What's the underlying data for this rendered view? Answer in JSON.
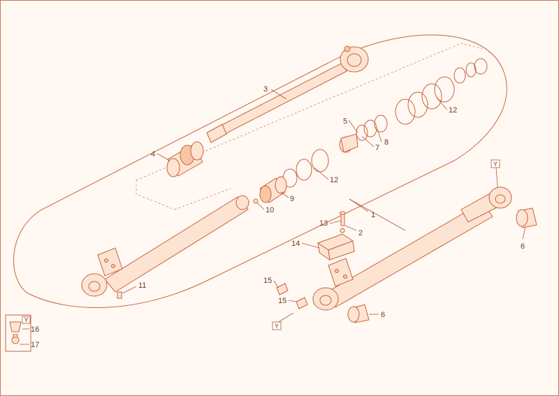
{
  "callouts": {
    "c1": "1",
    "c2": "2",
    "c3": "3",
    "c4": "4",
    "c5": "5",
    "c6a": "6",
    "c6b": "6",
    "c7": "7",
    "c8": "8",
    "c9": "9",
    "c10": "10",
    "c11": "11",
    "c12a": "12",
    "c12b": "12",
    "c13": "13",
    "c14": "14",
    "c15a": "15",
    "c15b": "15",
    "c16": "16",
    "c17": "17"
  },
  "view_marker": "Y",
  "colors": {
    "line": "#c8643a",
    "fill": "#fde3d2",
    "border": "#c47a55"
  }
}
